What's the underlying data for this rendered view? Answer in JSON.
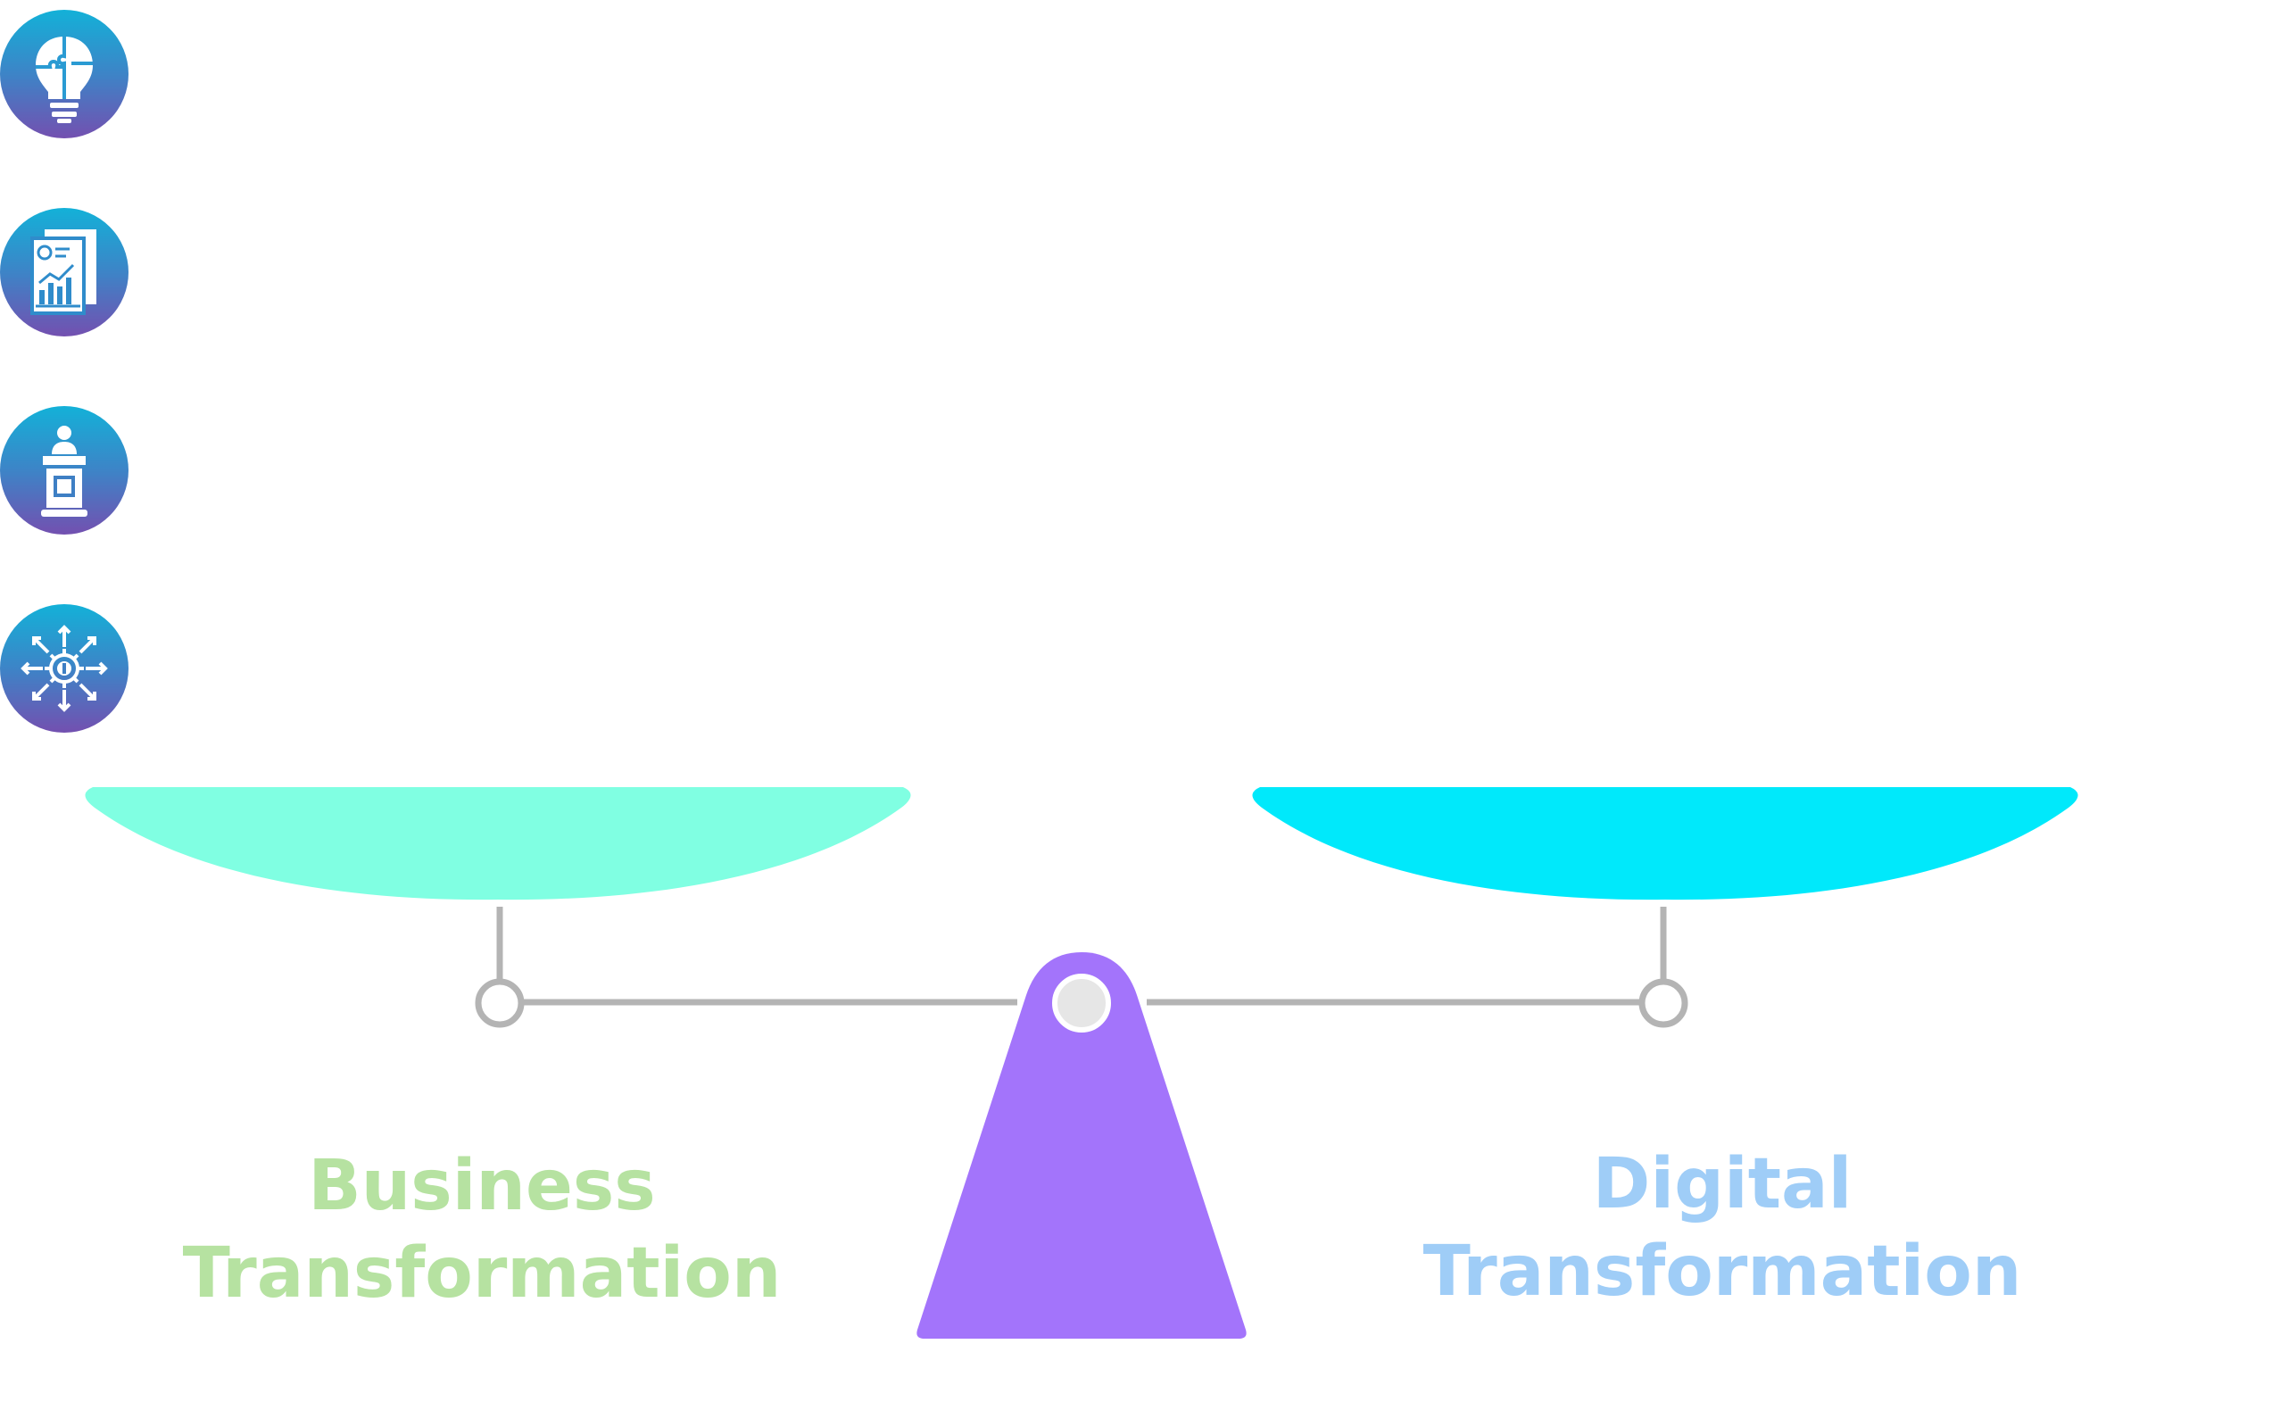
{
  "icons": [
    {
      "name": "lightbulb-puzzle-icon"
    },
    {
      "name": "report-chart-icon"
    },
    {
      "name": "speaker-podium-icon"
    },
    {
      "name": "gear-arrows-icon"
    }
  ],
  "left": {
    "line1": "Business",
    "line2": "Transformation",
    "pan_color": "#80ffe2",
    "text_color": "#b6e2a1"
  },
  "right": {
    "line1": "Digital",
    "line2": "Transformation",
    "pan_color": "#00e9fb",
    "text_color": "#9fcdf7"
  },
  "colors": {
    "icon_gradient_top": "#13b1d8",
    "icon_gradient_bottom": "#7350b0",
    "fulcrum": "#a374fb",
    "beam": "#b4b4b4",
    "pivot": "#e6e6e6"
  }
}
